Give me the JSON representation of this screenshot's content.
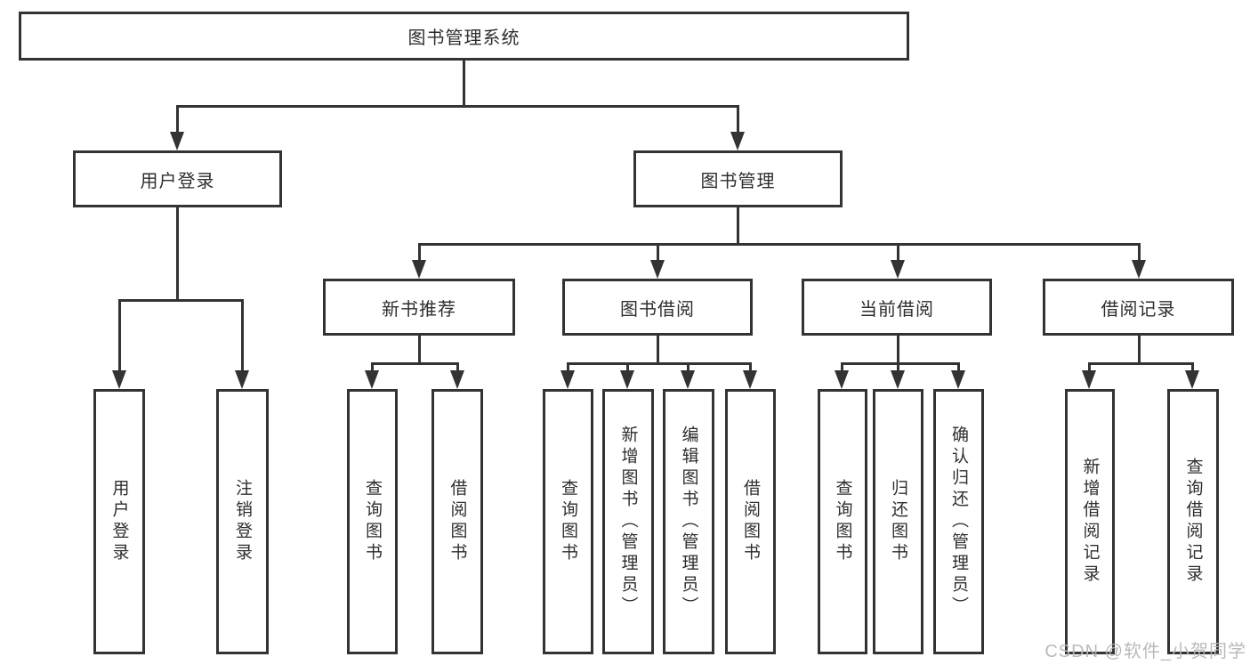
{
  "diagram": {
    "title": "图书管理系统",
    "root": {
      "label": "图书管理系统"
    },
    "level2": [
      {
        "label": "用户登录"
      },
      {
        "label": "图书管理"
      }
    ],
    "level3": [
      {
        "label": "新书推荐"
      },
      {
        "label": "图书借阅"
      },
      {
        "label": "当前借阅"
      },
      {
        "label": "借阅记录"
      }
    ],
    "leaves": [
      {
        "label": "用户登录"
      },
      {
        "label": "注销登录"
      },
      {
        "label": "查询图书"
      },
      {
        "label": "借阅图书"
      },
      {
        "label": "查询图书"
      },
      {
        "label": "新增图书（管理员）"
      },
      {
        "label": "编辑图书（管理员）"
      },
      {
        "label": "借阅图书"
      },
      {
        "label": "查询图书"
      },
      {
        "label": "归还图书"
      },
      {
        "label": "确认归还（管理员）"
      },
      {
        "label": "新增借阅记录"
      },
      {
        "label": "查询借阅记录"
      }
    ],
    "watermark": "CSDN @软件_小贺同学",
    "colors": {
      "line": "#333333",
      "text": "#2e2e2e",
      "watermark": "#b6b6b6",
      "background": "#ffffff"
    }
  }
}
